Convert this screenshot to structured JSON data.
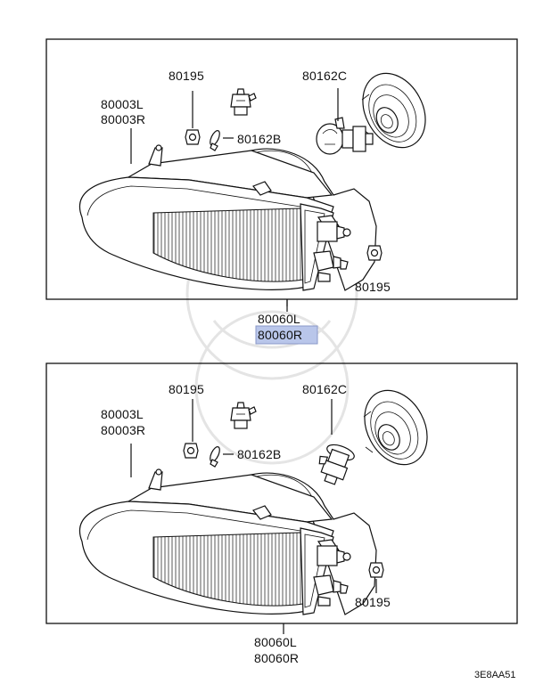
{
  "highlight_color": "#b9c6ea",
  "panels": [
    {
      "labels": {
        "p80195_top": "80195",
        "p80162c": "80162C",
        "p80003l": "80003L",
        "p80003r": "80003R",
        "p80162b": "80162B",
        "p80195_right": "80195",
        "p80060l": "80060L",
        "p80060r": "80060R"
      }
    },
    {
      "labels": {
        "p80195_top": "80195",
        "p80162c": "80162C",
        "p80003l": "80003L",
        "p80003r": "80003R",
        "p80162b": "80162B",
        "p80195_right": "80195",
        "p80060l": "80060L",
        "p80060r": "80060R"
      }
    }
  ],
  "diagram_ref": "3E8AA51"
}
